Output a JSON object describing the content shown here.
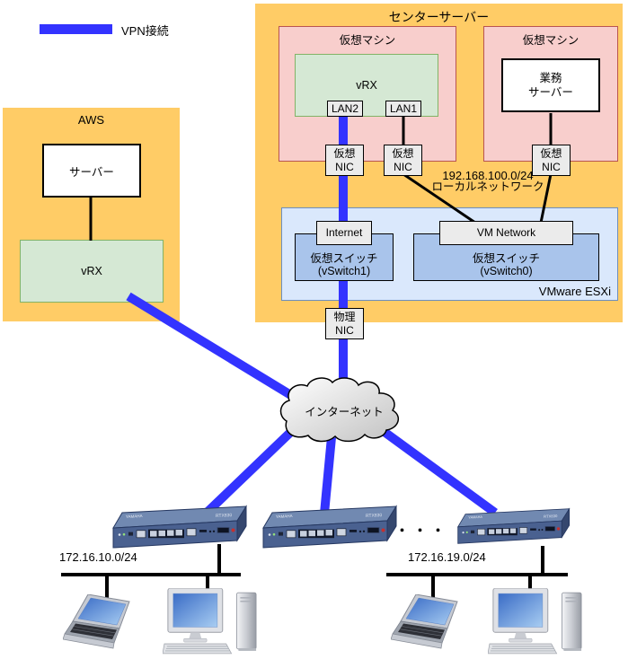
{
  "legend": {
    "label": "VPN接続"
  },
  "aws": {
    "title": "AWS",
    "server_label": "サーバー",
    "vrx_label": "vRX"
  },
  "center": {
    "title": "センターサーバー",
    "vm_left": {
      "title": "仮想マシン",
      "vrx_label": "vRX",
      "lan2": "LAN2",
      "lan1": "LAN1"
    },
    "vm_right": {
      "title": "仮想マシン",
      "server_line1": "業務",
      "server_line2": "サーバー"
    },
    "vnic": {
      "line1": "仮想",
      "line2": "NIC"
    },
    "local_network": {
      "line1": "192.168.100.0/24",
      "line2": "ローカルネットワーク"
    },
    "esxi": {
      "watermark": "VMware ESXi",
      "internet_label": "Internet",
      "vm_network_label": "VM Network",
      "vswitch1": {
        "line1": "仮想スイッチ",
        "line2": "(vSwitch1)"
      },
      "vswitch0": {
        "line1": "仮想スイッチ",
        "line2": "(vSwitch0)"
      }
    },
    "pnic": {
      "line1": "物理",
      "line2": "NIC"
    }
  },
  "cloud": {
    "label": "インターネット"
  },
  "branch": {
    "ellipsis": "・・・",
    "subnet_left": "172.16.10.0/24",
    "subnet_right": "172.16.19.0/24"
  },
  "colors": {
    "vpn_blue": "#3333FF",
    "zone_orange": "#FFCC66",
    "vm_pink": "#F8CECC",
    "vm_pink_border": "#B85450",
    "vrx_green": "#D5E8D4",
    "vrx_green_border": "#82B366",
    "esxi_fill": "#DAE8FC",
    "esxi_border": "#6C8EBF",
    "vswitch_fill": "#A9C4EB",
    "label_gray": "#EBEBEB"
  }
}
